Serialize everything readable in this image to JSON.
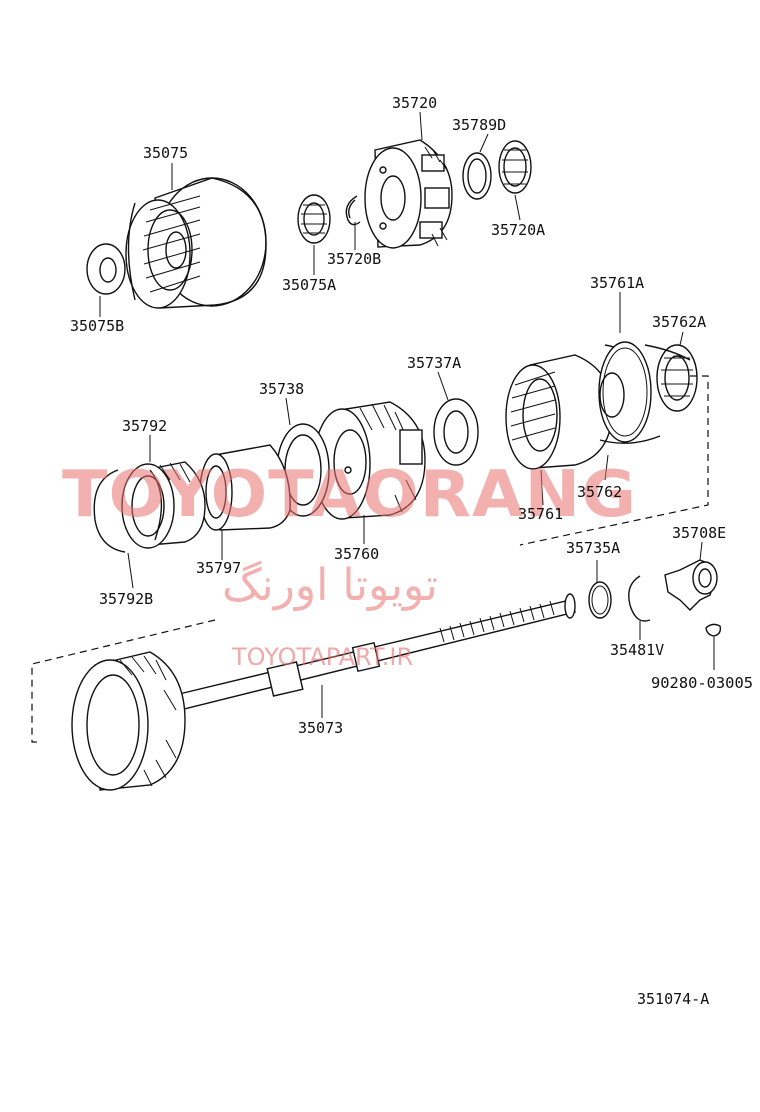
{
  "parts": [
    {
      "id": "p35720",
      "label": "35720"
    },
    {
      "id": "p35789D",
      "label": "35789D"
    },
    {
      "id": "p35075",
      "label": "35075"
    },
    {
      "id": "p35720A",
      "label": "35720A"
    },
    {
      "id": "p35720B",
      "label": "35720B"
    },
    {
      "id": "p35075A",
      "label": "35075A"
    },
    {
      "id": "p35075B",
      "label": "35075B"
    },
    {
      "id": "p35761A",
      "label": "35761A"
    },
    {
      "id": "p35762A",
      "label": "35762A"
    },
    {
      "id": "p35737A",
      "label": "35737A"
    },
    {
      "id": "p35738",
      "label": "35738"
    },
    {
      "id": "p35792",
      "label": "35792"
    },
    {
      "id": "p35762",
      "label": "35762"
    },
    {
      "id": "p35761",
      "label": "35761"
    },
    {
      "id": "p35708E",
      "label": "35708E"
    },
    {
      "id": "p35735A",
      "label": "35735A"
    },
    {
      "id": "p35760",
      "label": "35760"
    },
    {
      "id": "p35797",
      "label": "35797"
    },
    {
      "id": "p35792B",
      "label": "35792B"
    },
    {
      "id": "p35481V",
      "label": "35481V"
    },
    {
      "id": "p90280",
      "label": "90280-03005"
    },
    {
      "id": "p35073",
      "label": "35073"
    }
  ],
  "diagram_code": "351074-A",
  "watermark": {
    "brand": "TOYOTAORANG",
    "persian": "تویوتا اورنگ",
    "url": "TOYOTAPART.IR"
  }
}
